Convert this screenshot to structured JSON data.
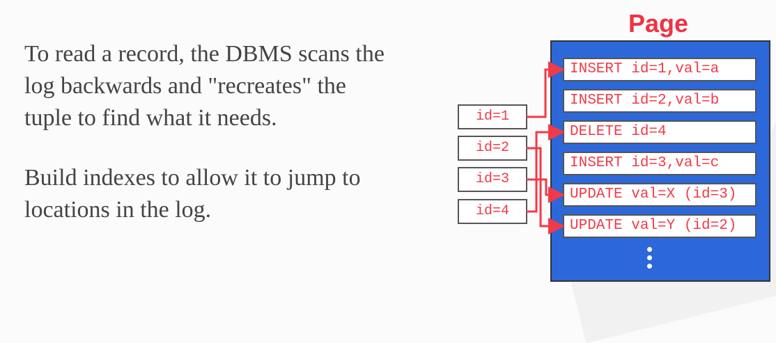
{
  "text": {
    "paragraphs": [
      {
        "lines": [
          "To read a record, the DBMS scans the",
          "log backwards and \"recreates\" the",
          "tuple to find what it needs."
        ]
      },
      {
        "lines": [
          "Build indexes to allow it to jump to",
          "locations in the log."
        ]
      }
    ]
  },
  "page": {
    "title": "Page",
    "records": [
      "INSERT id=1,val=a",
      "INSERT id=2,val=b",
      "DELETE id=4",
      "INSERT id=3,val=c",
      "UPDATE val=X (id=3)",
      "UPDATE val=Y (id=2)"
    ],
    "more_icon": "vertical-ellipsis-icon",
    "fill_color": "#2c68d9"
  },
  "indexes": [
    "id=1",
    "id=2",
    "id=3",
    "id=4"
  ],
  "colors": {
    "accent_red": "#ee3344",
    "body_text": "#444444",
    "connector": "#f23a47"
  }
}
